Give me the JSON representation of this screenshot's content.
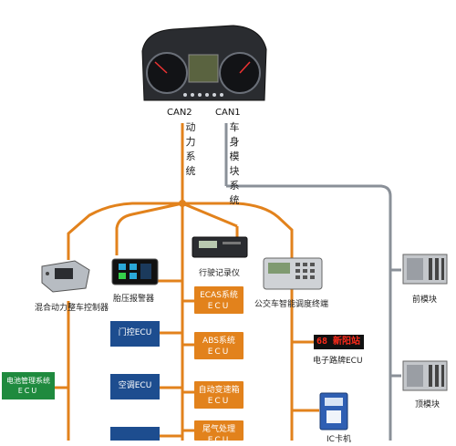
{
  "diagram": {
    "bus_labels": {
      "can2": "CAN2",
      "can1": "CAN1"
    },
    "vertical_labels": {
      "power_system": "动力系统",
      "body_module_system": "车身模块系统"
    },
    "devices": {
      "hybrid_controller": "混合动力整车控制器",
      "tire_pressure_alarm": "胎压报警器",
      "driving_recorder": "行驶记录仪",
      "bus_dispatch_terminal": "公交车智能调度终端",
      "front_module": "前模块",
      "top_module": "顶模块",
      "electronic_sign": "电子路牌ECU",
      "ic_card": "IC卡机"
    },
    "blue_boxes": [
      "门控ECU",
      "空调ECU"
    ],
    "green_box": {
      "line1": "电池管理系统",
      "line2": "ECU"
    },
    "orange_boxes": [
      {
        "line1": "ECAS系统",
        "line2": "ECU"
      },
      {
        "line1": "ABS系统",
        "line2": "ECU"
      },
      {
        "line1": "自动变速箱",
        "line2": "ECU"
      },
      {
        "line1": "尾气处理",
        "line2": "ECU"
      }
    ],
    "led_sign_text": "68 新阳站",
    "colors": {
      "orange_bus": "#e2821c",
      "gray_bus": "#8a9098",
      "blue_box": "#1d4d8f",
      "green_box": "#1f8a3e"
    }
  }
}
